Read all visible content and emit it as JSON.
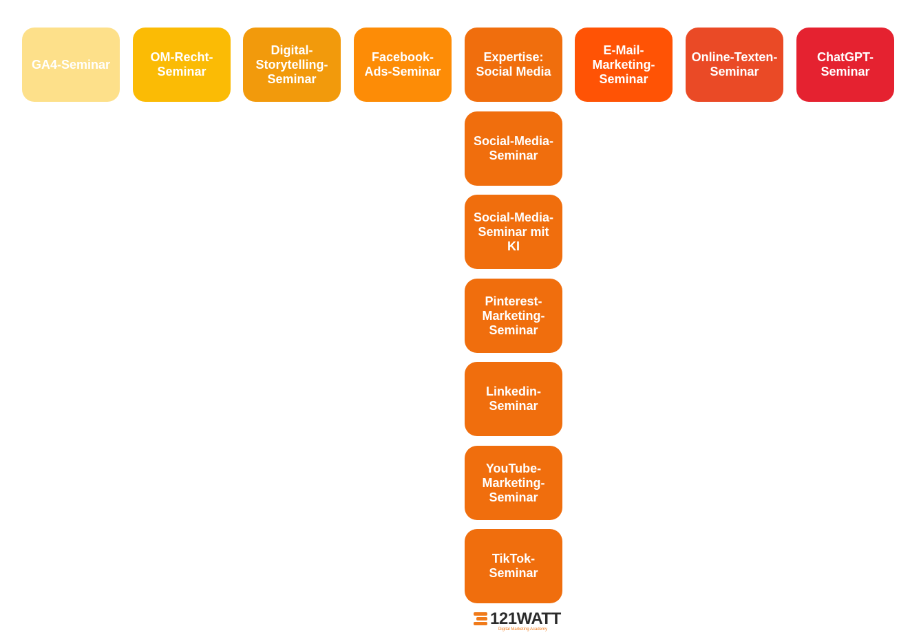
{
  "top_row": [
    {
      "label": "GA4-Seminar",
      "color": "#fde08a"
    },
    {
      "label": "OM-Recht-Seminar",
      "color": "#fbbb05"
    },
    {
      "label": "Digital-Storytelling-Seminar",
      "color": "#f29a0c"
    },
    {
      "label": "Facebook-Ads-Seminar",
      "color": "#fd8c06"
    },
    {
      "label": "Expertise: Social Media",
      "color": "#f06e0d"
    },
    {
      "label": "E-Mail-Marketing-Seminar",
      "color": "#ff5305"
    },
    {
      "label": "Online-Texten-Seminar",
      "color": "#ea4a26"
    },
    {
      "label": "ChatGPT-Seminar",
      "color": "#e52230"
    }
  ],
  "social_media_column": [
    {
      "label": "Social-Media-Seminar",
      "color": "#f06e0d"
    },
    {
      "label": "Social-Media-Seminar mit KI",
      "color": "#f06e0d"
    },
    {
      "label": "Pinterest-Marketing-Seminar",
      "color": "#f06e0d"
    },
    {
      "label": "Linkedin-Seminar",
      "color": "#f06e0d"
    },
    {
      "label": "YouTube-Marketing-Seminar",
      "color": "#f06e0d"
    },
    {
      "label": "TikTok-Seminar",
      "color": "#f06e0d"
    }
  ],
  "logo": {
    "wordmark": "121WATT",
    "tagline": "Digital Marketing Academy",
    "accent_color": "#f07a1a"
  }
}
